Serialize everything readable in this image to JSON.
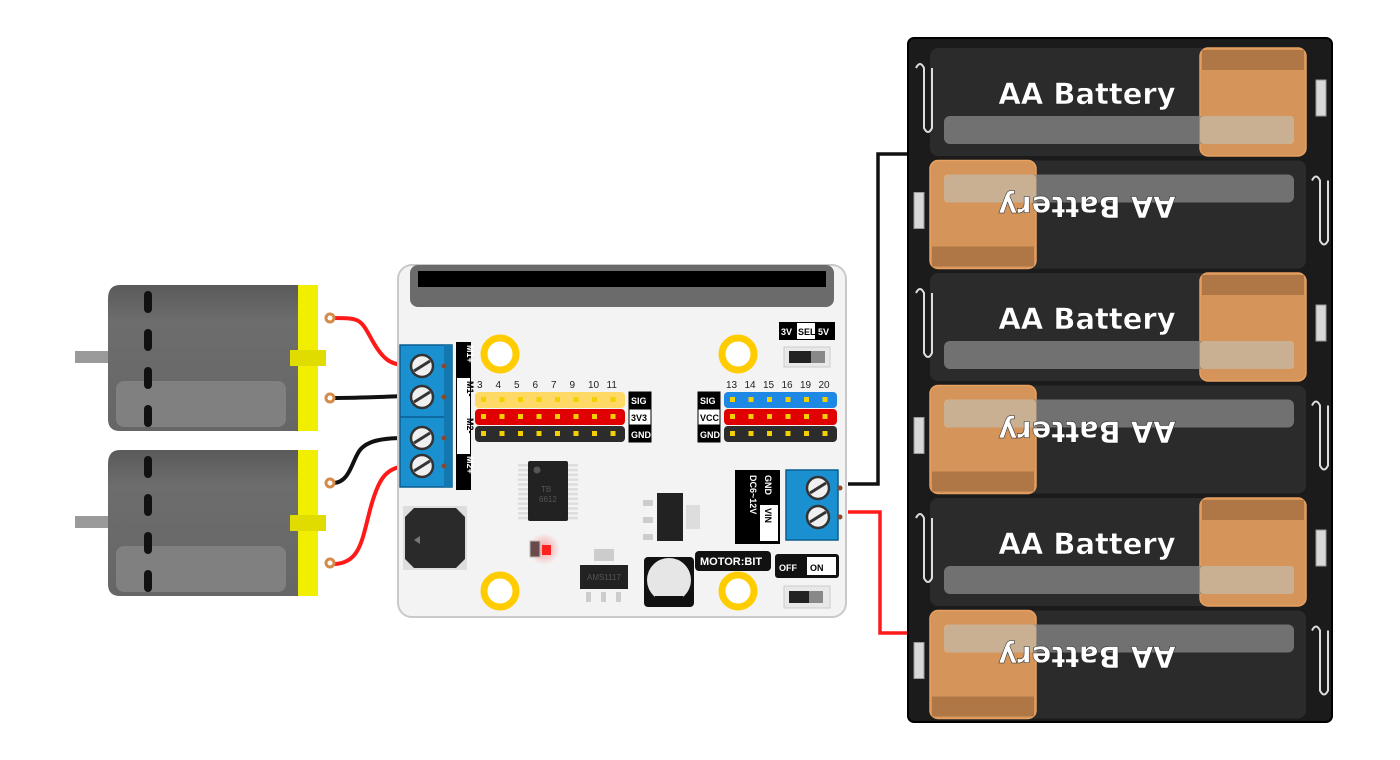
{
  "diagram": {
    "title": "",
    "components": {
      "motors": [
        {
          "id": "motor-1",
          "terminal_positive_wire": "red",
          "terminal_negative_wire": "black",
          "connected_to": [
            "M1+",
            "M1-"
          ]
        },
        {
          "id": "motor-2",
          "terminal_positive_wire": "red",
          "terminal_negative_wire": "black",
          "connected_to": [
            "M2+",
            "M2-"
          ]
        }
      ],
      "board": {
        "name": "MOTOR:BIT",
        "motor_labels": [
          "M1+",
          "M1-",
          "M2-",
          "M2+"
        ],
        "left_pin_numbers": [
          "3",
          "4",
          "5",
          "6",
          "7",
          "9",
          "10",
          "11"
        ],
        "left_row_labels": [
          "SIG",
          "3V3",
          "GND"
        ],
        "right_pin_numbers": [
          "13",
          "14",
          "15",
          "16",
          "19",
          "20"
        ],
        "right_row_labels": [
          "SIG",
          "VCC",
          "GND"
        ],
        "voltage_select_labels": [
          "3V",
          "SEL",
          "5V"
        ],
        "power_input_label": "DC6~12V",
        "power_terminal_labels": [
          "VIN",
          "GND"
        ],
        "switch_labels": [
          "OFF",
          "ON"
        ],
        "driver_chip_label": [
          "TB",
          "6612"
        ],
        "regulator_label": "AMS1117"
      },
      "battery_holder": {
        "cell_count": 6,
        "cell_label": "AA Battery",
        "cells": [
          {
            "label": "AA Battery",
            "orientation": "upright"
          },
          {
            "label": "AA Battery",
            "orientation": "flipped"
          },
          {
            "label": "AA Battery",
            "orientation": "upright"
          },
          {
            "label": "AA Battery",
            "orientation": "flipped"
          },
          {
            "label": "AA Battery",
            "orientation": "upright"
          },
          {
            "label": "AA Battery",
            "orientation": "flipped"
          }
        ],
        "wires": [
          {
            "color": "black",
            "to": "GND"
          },
          {
            "color": "red",
            "to": "VIN"
          }
        ]
      }
    },
    "colors": {
      "wire_red": "#ff1a1a",
      "wire_black": "#111111",
      "motor_body": "#6a6a6a",
      "motor_cap": "#f2ee00",
      "terminal_block": "#1a90d0",
      "battery_copper": "#d4945a",
      "battery_body": "#2b2b2b",
      "holder": "#1b1b1b",
      "board": "#f3f3f3",
      "mount_ring": "#ffcc00",
      "header_yellow": "#ffd966",
      "header_red": "#e00000",
      "header_black": "#2c2c2c",
      "header_blue": "#1e88e5"
    }
  }
}
